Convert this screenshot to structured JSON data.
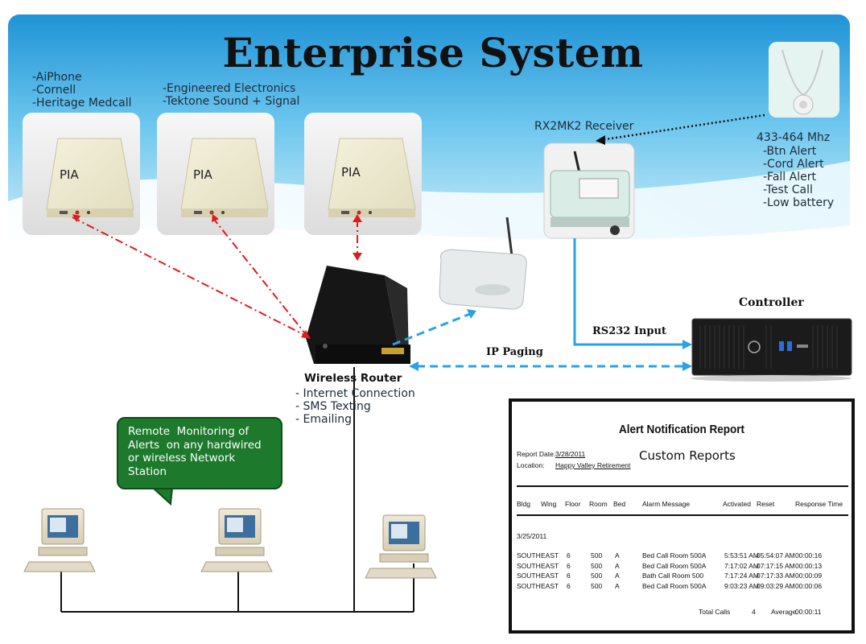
{
  "title": "Enterprise System",
  "groups": {
    "pia1_vendors": "-AiPhone\n-Cornell\n-Heritage Medcall",
    "pia2_vendors": "-Engineered Electronics\n-Tektone Sound + Signal"
  },
  "pia_label": "PIA",
  "receiver": {
    "label": "RX2MK2 Receiver",
    "frequency": "433-464 Mhz",
    "alerts": "-Btn Alert\n-Cord Alert\n-Fall Alert\n-Test Call\n-Low battery"
  },
  "controller_label": "Controller",
  "connections": {
    "rs232": "RS232 Input",
    "ip_paging": "IP Paging"
  },
  "router": {
    "label": "Wireless Router",
    "features": "- Internet Connection\n- SMS Texting\n- Emailing"
  },
  "remote_bubble": "Remote  Monitoring of\nAlerts  on any hardwired\nor wireless Network\nStation",
  "report": {
    "title": "Alert Notification Report",
    "custom": "Custom Reports",
    "report_date_label": "Report Date:",
    "report_date": "3/28/2011",
    "location_label": "Location:",
    "location": "Happy Valley Retirement",
    "columns": [
      "Bldg",
      "Wing",
      "Floor",
      "Room",
      "Bed",
      "Alarm Message",
      "Activated",
      "Reset",
      "Response Time"
    ],
    "date_group": "3/25/2011",
    "rows": [
      [
        "SOUTH",
        "EAST",
        "6",
        "500",
        "A",
        "Bed Call Room 500A",
        "5:53:51 AM",
        "05:54:07 AM",
        "00:00:16"
      ],
      [
        "SOUTH",
        "EAST",
        "6",
        "500",
        "A",
        "Bed Call Room 500A",
        "7:17:02 AM",
        "07:17:15 AM",
        "00:00:13"
      ],
      [
        "SOUTH",
        "EAST",
        "6",
        "500",
        "A",
        "Bath Call Room 500",
        "7:17:24 AM",
        "07:17:33 AM",
        "00:00:09"
      ],
      [
        "SOUTH",
        "EAST",
        "6",
        "500",
        "A",
        "Bed Call Room 500A",
        "9:03:23 AM",
        "09:03:29 AM",
        "00:00:06"
      ]
    ],
    "total_label": "Total Calls",
    "total_value": "4",
    "average_label": "Average",
    "average_value": "00:00:11"
  },
  "colors": {
    "sky_top": "#1d95d8",
    "sky_light": "#cfeefa",
    "red_link": "#e01b1b",
    "blue_link": "#29a3e6",
    "bubble": "#1d7a2c"
  }
}
